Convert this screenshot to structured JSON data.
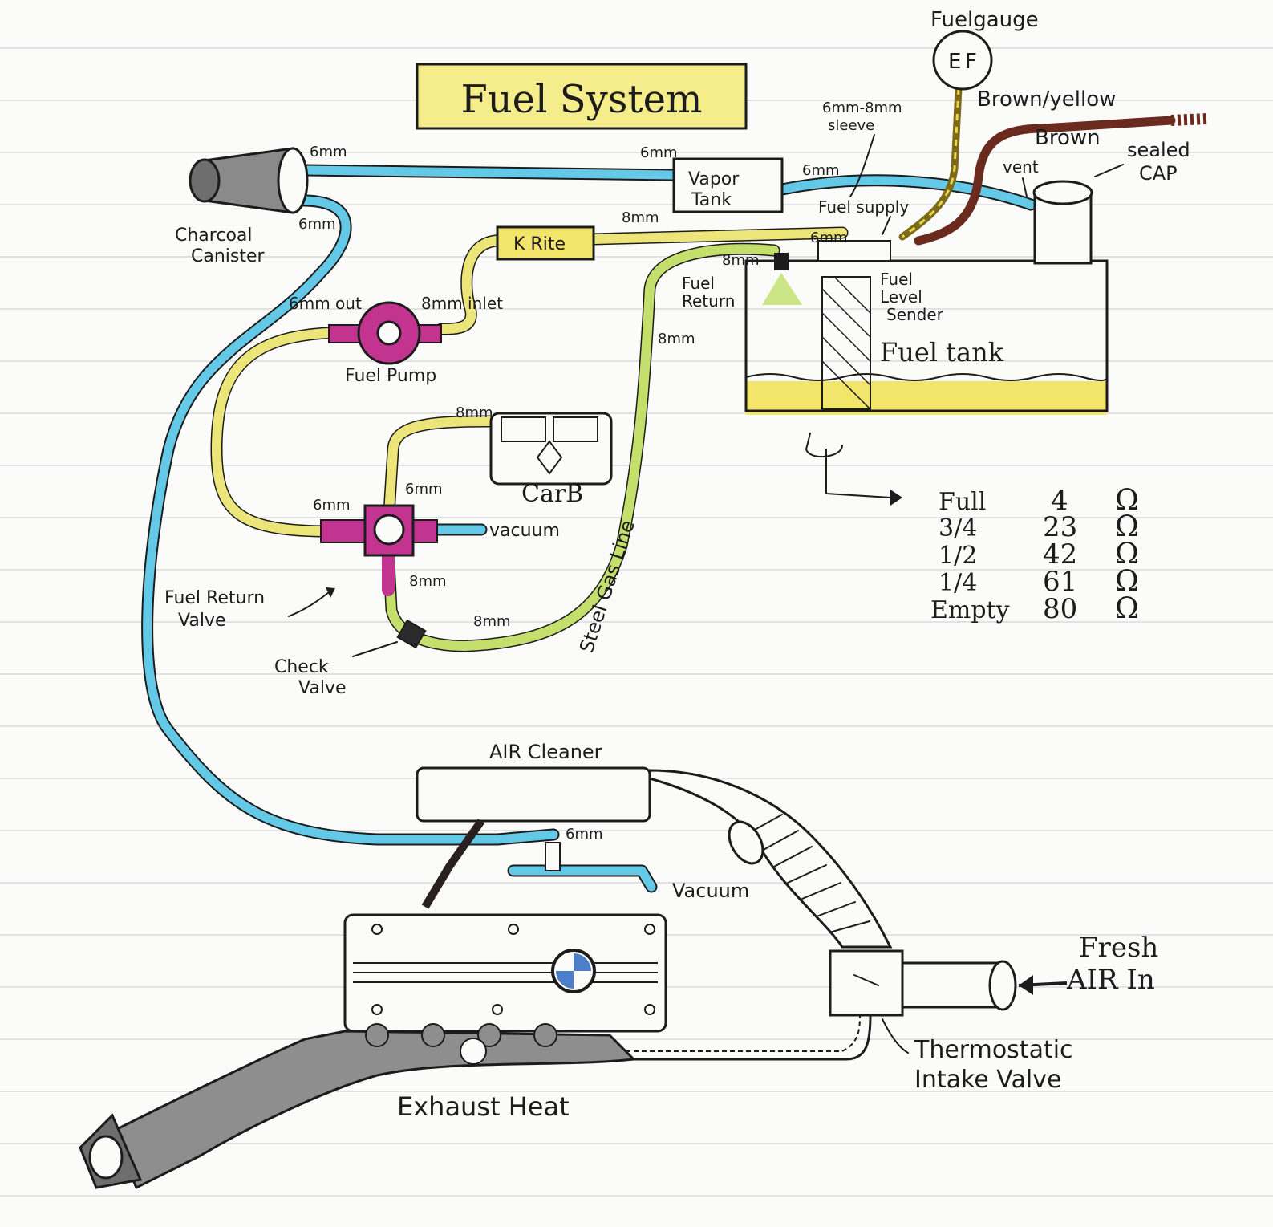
{
  "title": "Fuel System",
  "labels": {
    "fuel_gauge": "Fuelgauge",
    "gauge_e": "E",
    "gauge_f": "F",
    "brown_yellow": "Brown/yellow",
    "brown": "Brown",
    "sealed_cap_1": "sealed",
    "sealed_cap_2": "CAP",
    "vent": "vent",
    "sleeve_1": "6mm-8mm",
    "sleeve_2": "sleeve",
    "vapor_tank_1": "Vapor",
    "vapor_tank_2": "Tank",
    "fuel_supply": "Fuel supply",
    "charcoal_canister_1": "Charcoal",
    "charcoal_canister_2": "Canister",
    "k_rite": "K Rite",
    "fuel_return_tank_1": "Fuel",
    "fuel_return_tank_2": "Return",
    "fuel_level_sender_1": "Fuel",
    "fuel_level_sender_2": "Level",
    "fuel_level_sender_3": "Sender",
    "fuel_tank": "Fuel tank",
    "pump_out": "6mm out",
    "pump_in": "8mm inlet",
    "fuel_pump": "Fuel Pump",
    "carb": "CarB",
    "vacuum_top": "vacuum",
    "fuel_return_valve_1": "Fuel Return",
    "fuel_return_valve_2": "Valve",
    "check_valve_1": "Check",
    "check_valve_2": "Valve",
    "steel_gas_line": "Steel Gas Line",
    "air_cleaner": "AIR Cleaner",
    "vacuum_bottom": "Vacuum",
    "fresh_air_1": "Fresh",
    "fresh_air_2": "AIR In",
    "thermo_1": "Thermostatic",
    "thermo_2": "Intake Valve",
    "exhaust_heat": "Exhaust Heat"
  },
  "sizes": {
    "s1": "6mm",
    "s2": "6mm",
    "s3": "6mm",
    "s4": "6mm",
    "s5": "8mm",
    "s6": "8mm",
    "s7": "8mm",
    "s8": "6mm",
    "s9": "8mm",
    "s10": "6mm",
    "s11": "6mm",
    "s12": "8mm",
    "s13": "8mm",
    "s14": "6mm"
  },
  "resistance_table": [
    {
      "level": "Full",
      "ohms": "4",
      "unit": "Ω"
    },
    {
      "level": "3/4",
      "ohms": "23",
      "unit": "Ω"
    },
    {
      "level": "1/2",
      "ohms": "42",
      "unit": "Ω"
    },
    {
      "level": "1/4",
      "ohms": "61",
      "unit": "Ω"
    },
    {
      "level": "Empty",
      "ohms": "80",
      "unit": "Ω"
    }
  ],
  "colors": {
    "vapor_hose": "#63c9e6",
    "fuel_hose": "#ece67a",
    "return_line": "#c4df6c",
    "fittings": "#c2348f",
    "fuel_level": "#f3e46a",
    "exhaust": "#8e8e8e"
  }
}
